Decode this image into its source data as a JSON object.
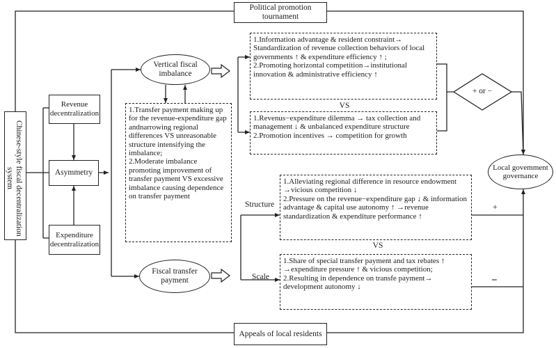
{
  "nodes": {
    "system": "Chinese-style fiscal decentralization system",
    "political": "Political promotion tournament",
    "appeals": "Appeals of local residents",
    "revenue": "Revenue decentralization",
    "expenditure": "Expenditure decentralization",
    "asymmetry": "Asymmetry",
    "vertical": "Vertical fiscal imbalance",
    "transfer": "Fiscal transfer payment",
    "governance": "Local govemment governance",
    "sign": "+ or −"
  },
  "middle_box": "1.Transfer payment making up for the revenue-expenditure gap andnarrowing regional differences VS unreasonable structure intensifying the imbalance;\n2.Moderate imbalance promoting improvement of transfer payment VS excessive imbalance causing dependence on transfer payment",
  "vertical_effects": {
    "top": "1.Information advantage & resident constraint→ Standardization of revenue collection behaviors of local governments ↑ & expenditure efficiency ↑ ;\n2.Promoting horizontal competition→institutional innovation & administrative efficiency ↑",
    "vs": "VS",
    "bottom": "1.Revenus−expenditure dilemma → tax collection and management ↓ & unbalanced expenditure structure\n2.Promotion incentives → competition for growth"
  },
  "transfer_effects": {
    "structure_label": "Structure",
    "scale_label": "Scale",
    "structure": "1.Alleviating regional difference in resource endowment →vicious competition ↓\n2.Pressure on the revenue−expenditure gap ↓ & information advantage & capital use autonomy ↑ →revenue standardization & expenditure performance ↑",
    "vs": "VS",
    "scale": "1.Share of special transfer payment and tax rebates ↑ →expenditure pressure ↑ & vicious competition;\n2.Resulting in dependence on transfe payment→ development autonomy ↓",
    "plus": "+",
    "minus": "−"
  }
}
